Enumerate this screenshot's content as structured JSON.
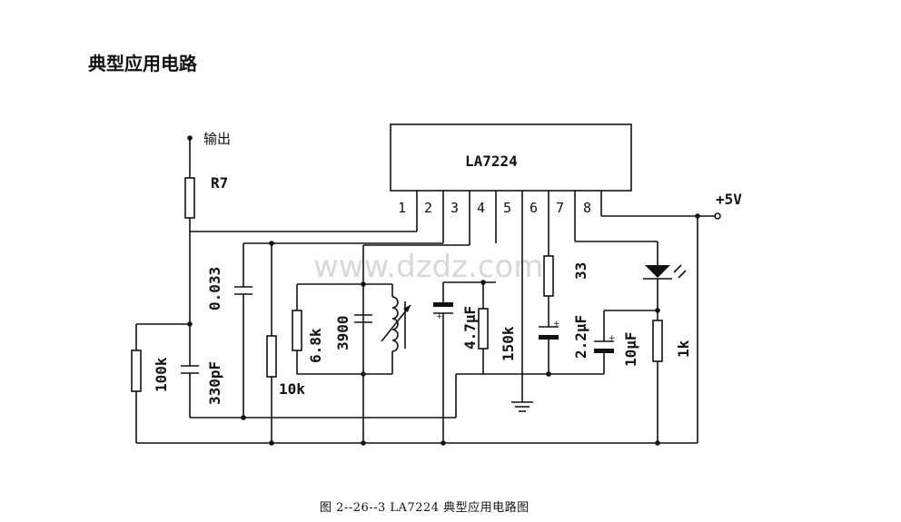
{
  "title": "典型应用电路",
  "caption": "图 2--26--3   LA7224 典型应用电路图",
  "watermark": "www.dzdz.com",
  "ic": {
    "name": "LA7224",
    "pins": [
      "1",
      "2",
      "3",
      "4",
      "5",
      "6",
      "7",
      "8"
    ]
  },
  "labels": {
    "output": "输出",
    "r7": "R7",
    "vcc": "+5V",
    "c_0033": "0.033",
    "c_330pf": "330pF",
    "r_100k": "100k",
    "r_10k": "10k",
    "r_68k": "6.8k",
    "c_3900": "3900",
    "c_47uf": "4.7μF",
    "r_150k": "150k",
    "c_22uf": "2.2μF",
    "r_33": "33",
    "c_10uf": "10μF",
    "r_1k": "1k"
  }
}
